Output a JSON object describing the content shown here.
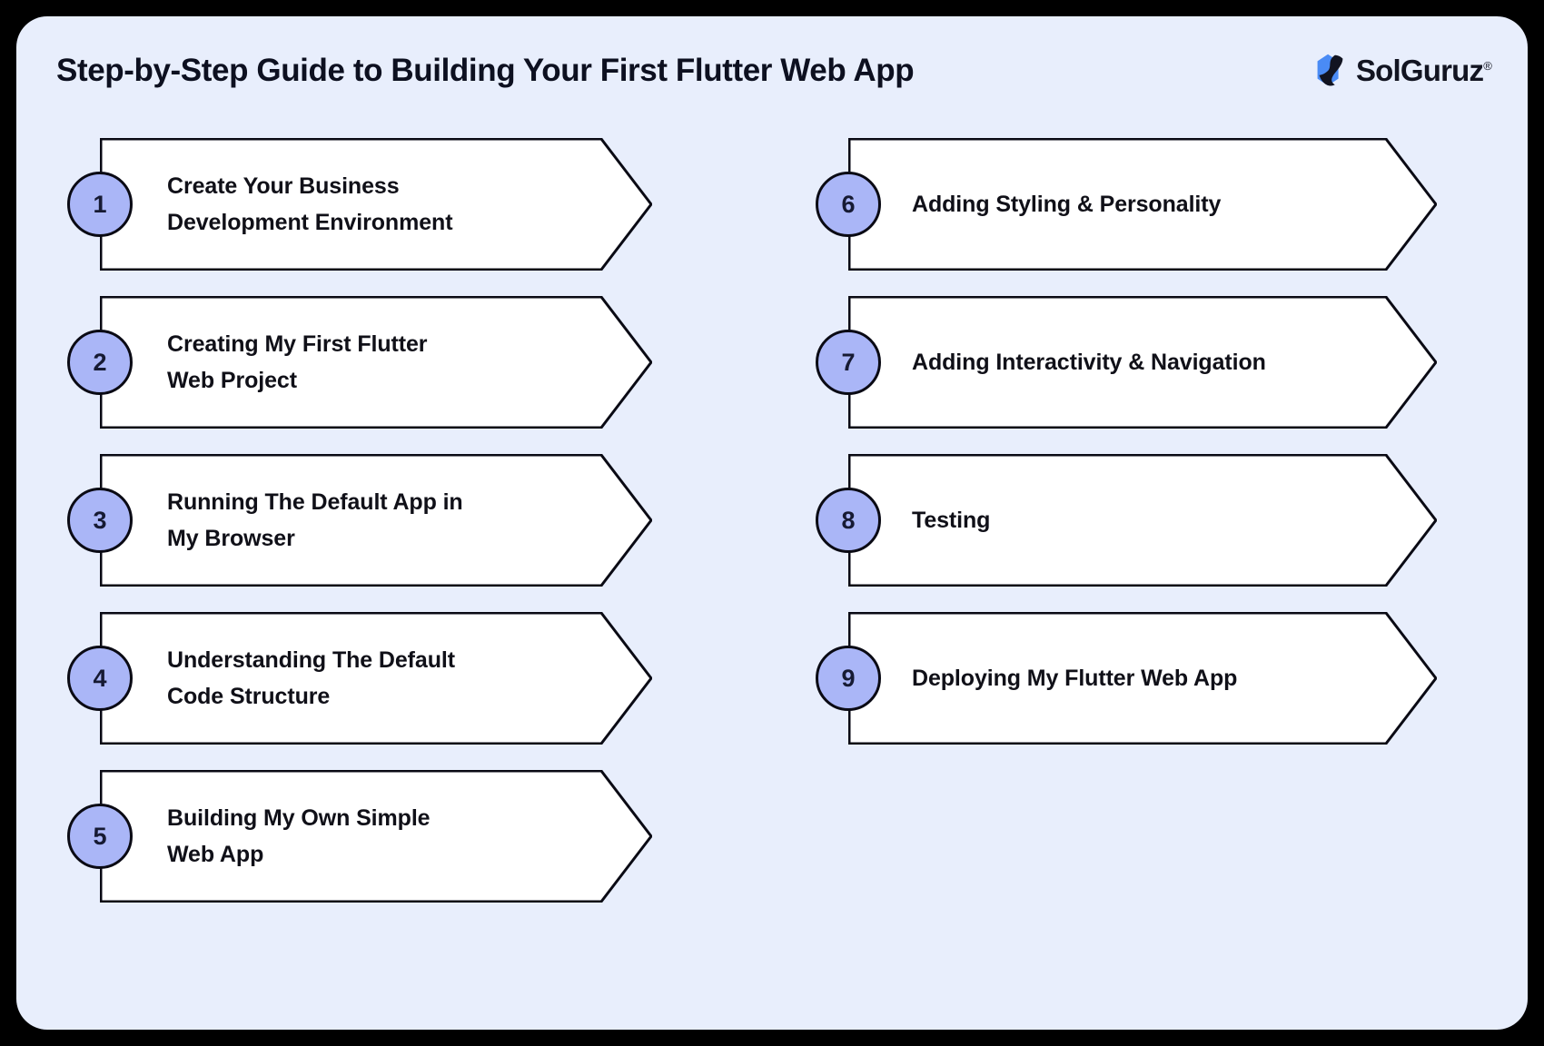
{
  "header": {
    "title": "Step-by-Step Guide to Building Your First Flutter Web App",
    "logo": {
      "name": "SolGuruz",
      "registered_mark": "®",
      "mark_icon": "solguruz-hexagon-logo-icon",
      "mark_blue": "#4a8bf5",
      "mark_dark": "#121421"
    }
  },
  "theme": {
    "page_background": "#000000",
    "panel_background": "#e8eefc",
    "banner_fill": "#ffffff",
    "banner_stroke": "#0a0a14",
    "bubble_fill": "#aab6f7",
    "bubble_stroke": "#0a0a14",
    "text_color": "#101018"
  },
  "columns": {
    "left": [
      {
        "number": "1",
        "lines": [
          "Create Your Business",
          "Development Environment"
        ]
      },
      {
        "number": "2",
        "lines": [
          "Creating My First Flutter",
          "Web Project"
        ]
      },
      {
        "number": "3",
        "lines": [
          "Running The Default App in",
          "My Browser"
        ]
      },
      {
        "number": "4",
        "lines": [
          "Understanding The Default",
          "Code Structure"
        ]
      },
      {
        "number": "5",
        "lines": [
          "Building My Own Simple",
          "Web App"
        ]
      }
    ],
    "right": [
      {
        "number": "6",
        "lines": [
          "Adding Styling & Personality"
        ]
      },
      {
        "number": "7",
        "lines": [
          "Adding Interactivity & Navigation"
        ]
      },
      {
        "number": "8",
        "lines": [
          "Testing"
        ]
      },
      {
        "number": "9",
        "lines": [
          "Deploying My Flutter Web App"
        ]
      }
    ]
  }
}
